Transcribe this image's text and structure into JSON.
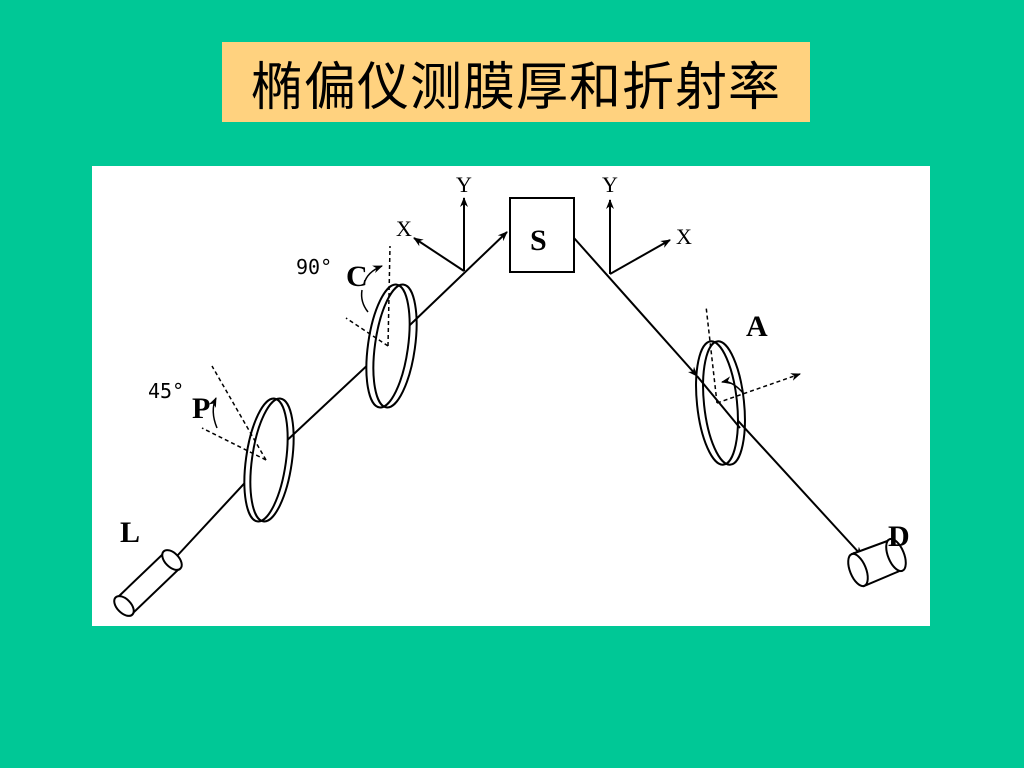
{
  "title": "椭偏仪测膜厚和折射率",
  "diagram": {
    "labels": {
      "laser": "L",
      "polarizer": "P",
      "compensator": "C",
      "sample": "S",
      "analyzer": "A",
      "detector": "D"
    },
    "angles": {
      "polarizer": "45°",
      "compensator": "90°"
    },
    "axes": {
      "incident_x": "X",
      "incident_y": "Y",
      "reflected_x": "X",
      "reflected_y": "Y"
    }
  },
  "colors": {
    "background": "#00c896",
    "title_box": "#ffd27f",
    "diagram_bg": "#ffffff"
  }
}
